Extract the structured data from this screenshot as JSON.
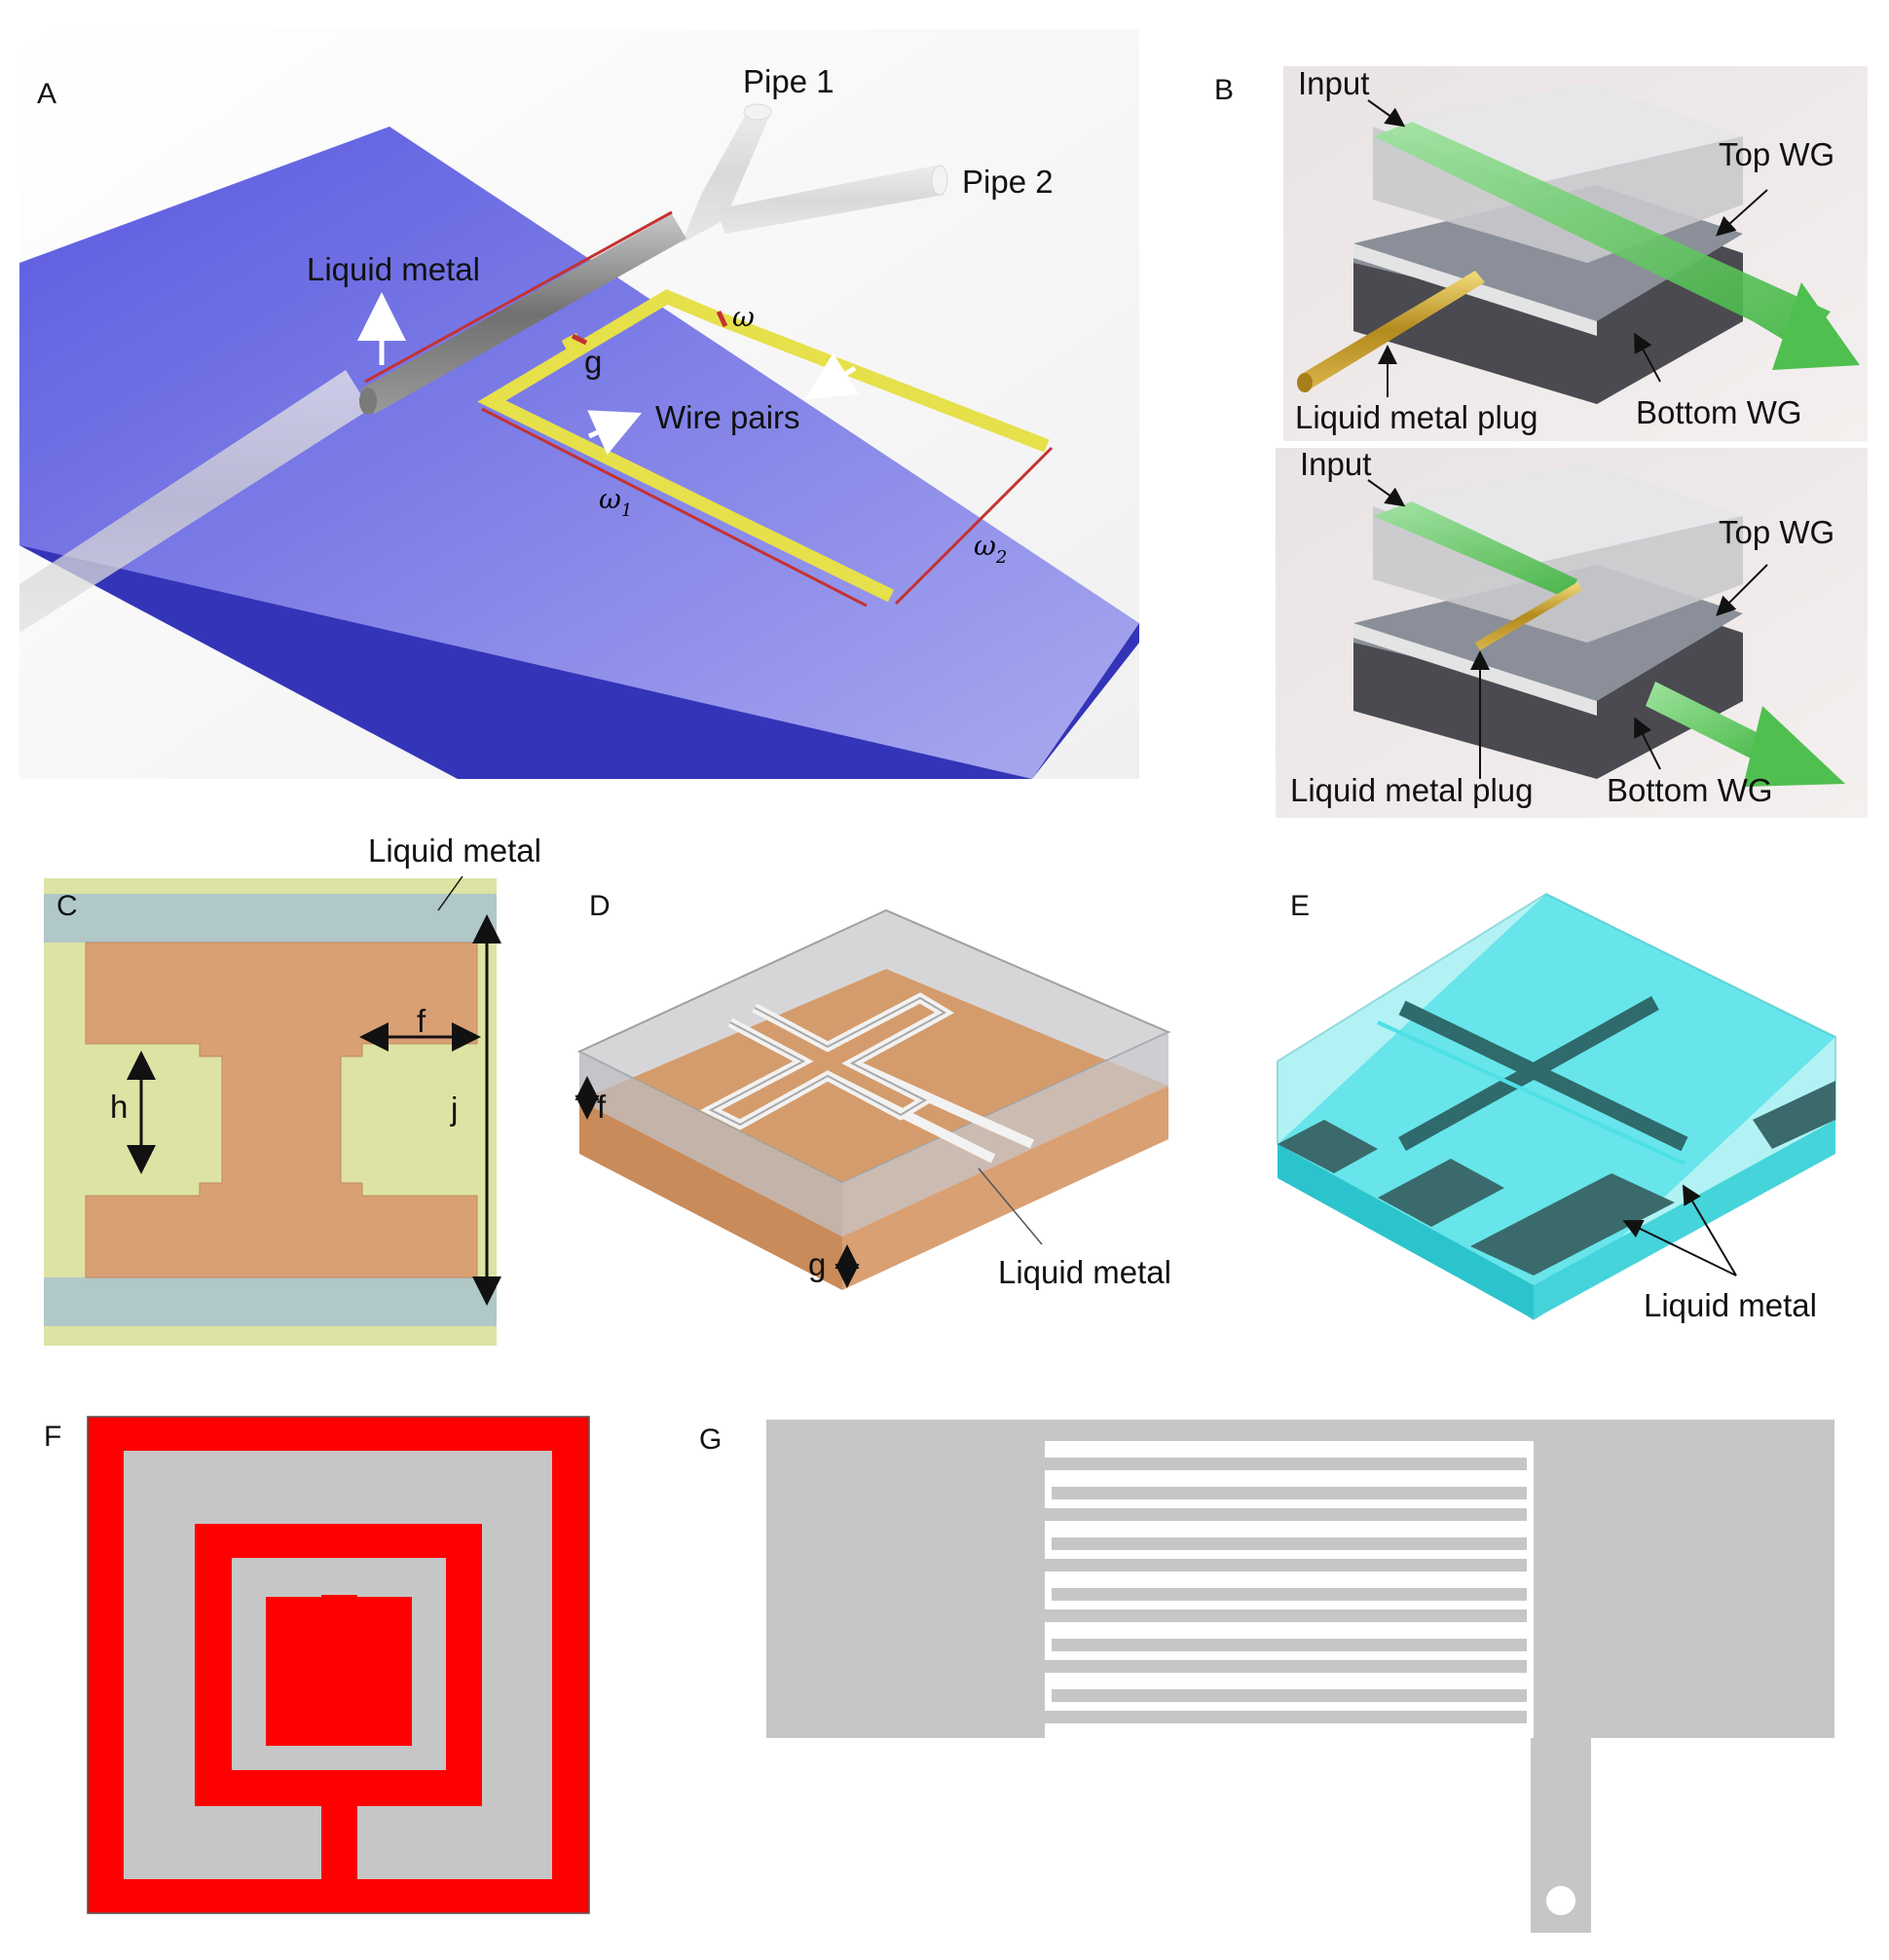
{
  "panels": {
    "A": {
      "letter": "A",
      "pipe1": "Pipe 1",
      "pipe2": "Pipe 2",
      "liquid_metal": "Liquid metal",
      "wire_pairs": "Wire pairs",
      "g": "g",
      "omega": "ω",
      "omega1": "ω",
      "omega1_sub": "1",
      "omega2": "ω",
      "omega2_sub": "2"
    },
    "B": {
      "letter": "B",
      "top": {
        "input": "Input",
        "top_wg": "Top WG",
        "bottom_wg": "Bottom WG",
        "plug": "Liquid metal plug"
      },
      "bottom": {
        "input": "Input",
        "top_wg": "Top WG",
        "bottom_wg": "Bottom WG",
        "plug": "Liquid metal plug"
      }
    },
    "C": {
      "letter": "C",
      "liquid_metal": "Liquid metal",
      "f": "f",
      "h": "h",
      "j": "j"
    },
    "D": {
      "letter": "D",
      "f": "f",
      "g": "g",
      "liquid_metal": "Liquid metal"
    },
    "E": {
      "letter": "E",
      "liquid_metal": "Liquid metal"
    },
    "F": {
      "letter": "F"
    },
    "G": {
      "letter": "G"
    }
  },
  "colors": {
    "substrate_blue": "#6f6fe6",
    "wire_yellow": "#e6e04a",
    "wire_red": "#c43232",
    "waveguide_green": "#5cc85c",
    "copper": "#d9a074",
    "pale_yellow": "#dde3a4",
    "cyan": "#4fe0e6",
    "red": "#ff0000",
    "gray": "#c6c6c6"
  }
}
